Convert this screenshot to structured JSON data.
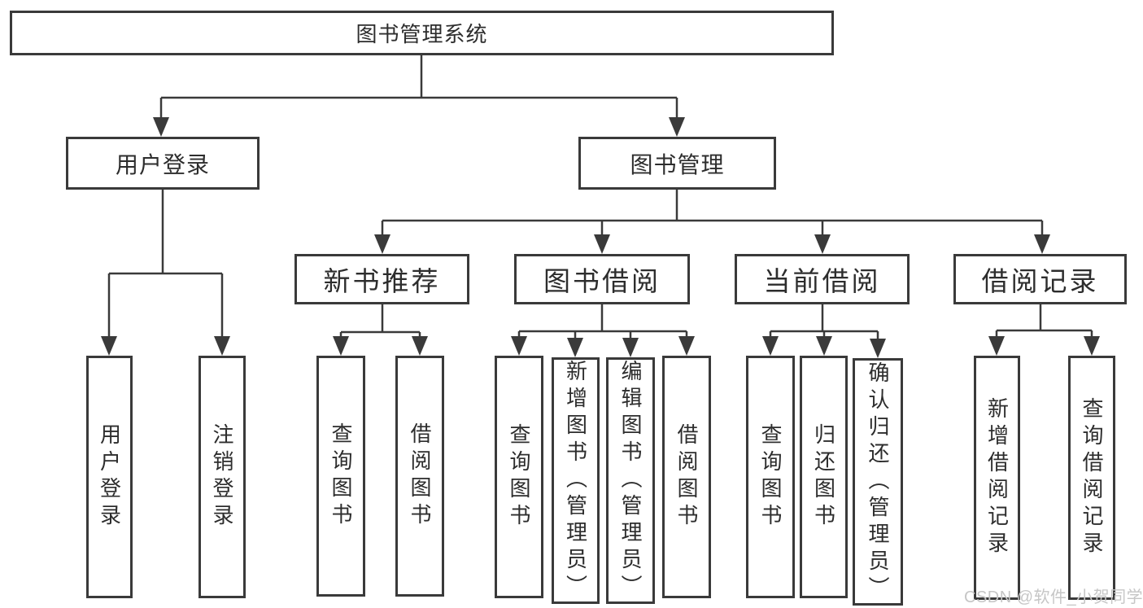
{
  "colors": {
    "line": "#3a3a3a",
    "text": "#2d2d2d",
    "box-bg": "#ffffff",
    "bg": "#ffffff",
    "watermark": "#c6c6c6"
  },
  "watermark": {
    "text": "CSDN @软件_小贺同学"
  },
  "diagram": {
    "root": {
      "label": "图书管理系统"
    },
    "level2": [
      {
        "id": "user-login",
        "label": "用户登录"
      },
      {
        "id": "book-management",
        "label": "图书管理"
      }
    ],
    "level3": [
      {
        "id": "new-book-recommend",
        "label": "新书推荐"
      },
      {
        "id": "book-borrow",
        "label": "图书借阅"
      },
      {
        "id": "current-borrow",
        "label": "当前借阅"
      },
      {
        "id": "borrow-records",
        "label": "借阅记录"
      }
    ],
    "leaves": {
      "user_login": [
        "用户登录",
        "注销登录"
      ],
      "new_book_recommend": [
        "查询图书",
        "借阅图书"
      ],
      "book_borrow": [
        "查询图书",
        "新增图书（管理员）",
        "编辑图书（管理员）",
        "借阅图书"
      ],
      "current_borrow": [
        "查询图书",
        "归还图书",
        "确认归还（管理员）"
      ],
      "borrow_records": [
        "新增借阅记录",
        "查询借阅记录"
      ]
    }
  }
}
